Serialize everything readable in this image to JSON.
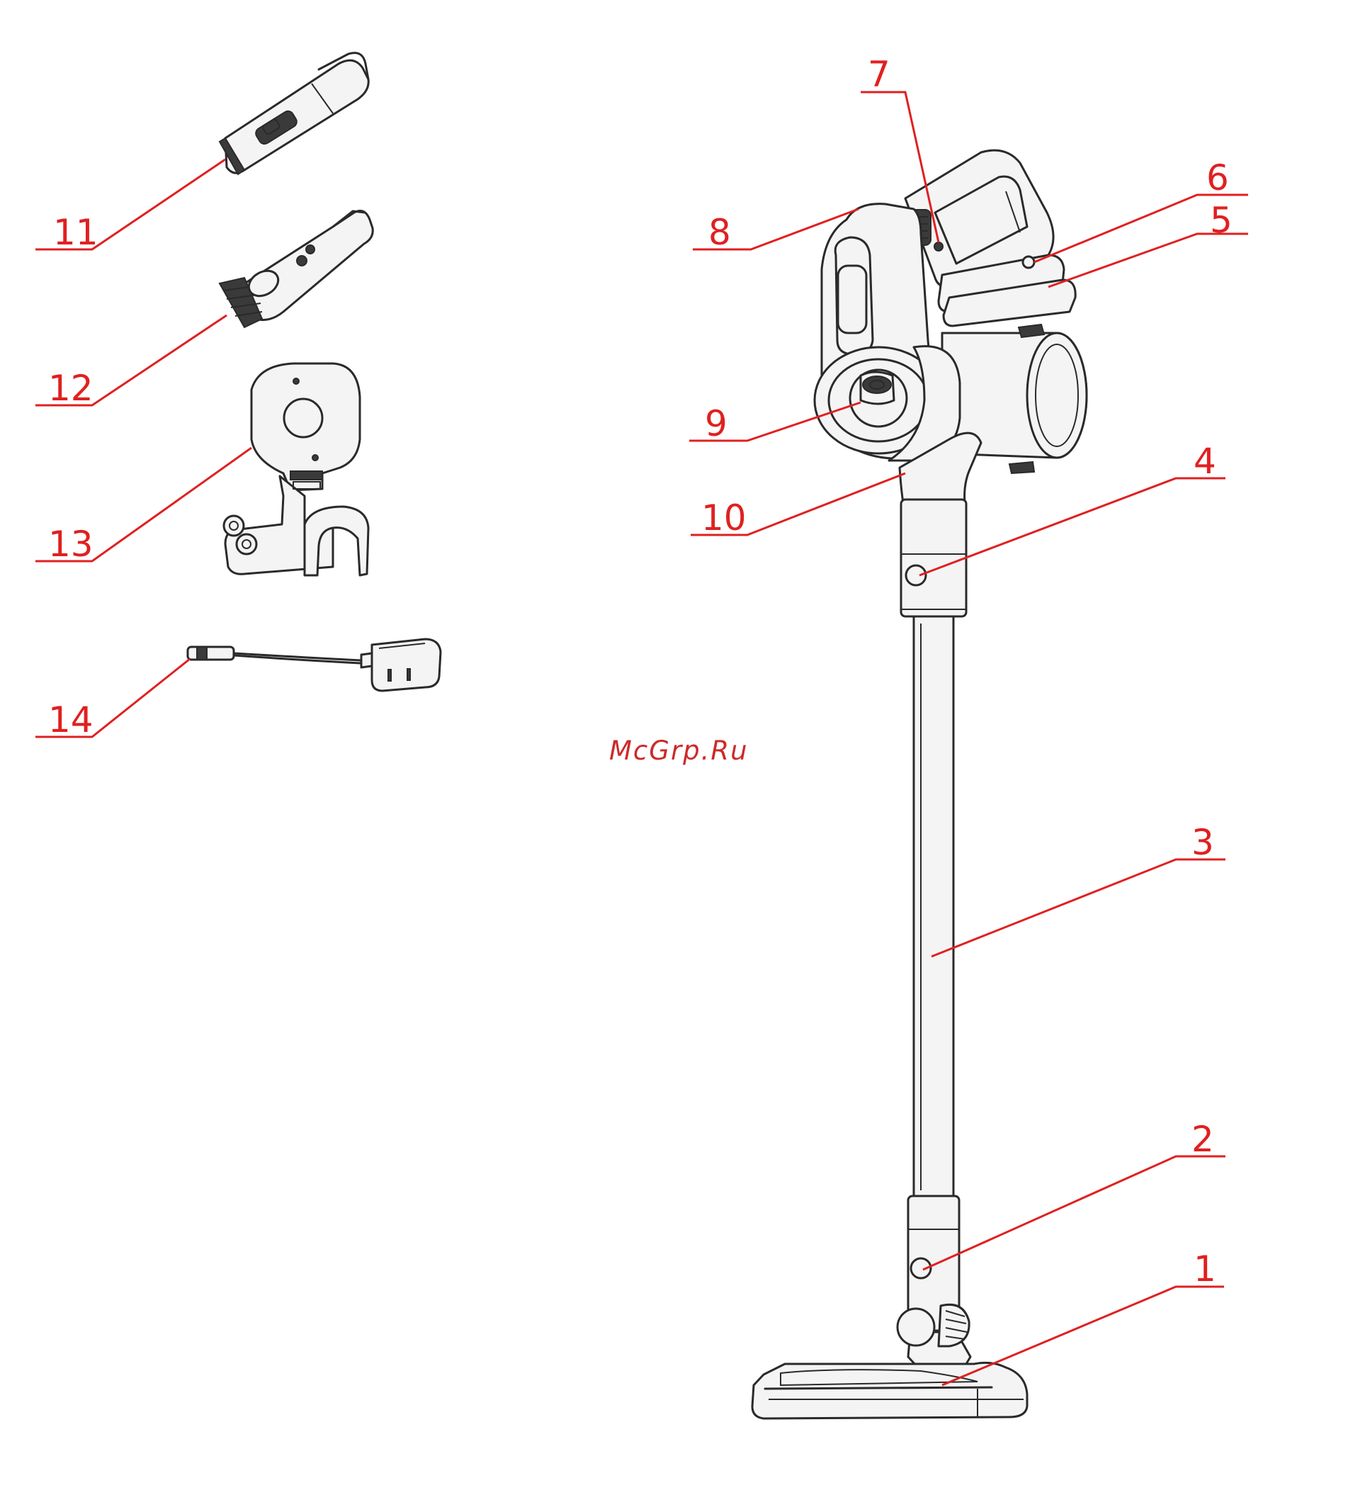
{
  "watermark": "McGrp.Ru",
  "accent_color": "#e02020",
  "callouts": [
    {
      "id": "1",
      "label": "1"
    },
    {
      "id": "2",
      "label": "2"
    },
    {
      "id": "3",
      "label": "3"
    },
    {
      "id": "4",
      "label": "4"
    },
    {
      "id": "5",
      "label": "5"
    },
    {
      "id": "6",
      "label": "6"
    },
    {
      "id": "7",
      "label": "7"
    },
    {
      "id": "8",
      "label": "8"
    },
    {
      "id": "9",
      "label": "9"
    },
    {
      "id": "10",
      "label": "10"
    },
    {
      "id": "11",
      "label": "11"
    },
    {
      "id": "12",
      "label": "12"
    },
    {
      "id": "13",
      "label": "13"
    },
    {
      "id": "14",
      "label": "14"
    }
  ]
}
